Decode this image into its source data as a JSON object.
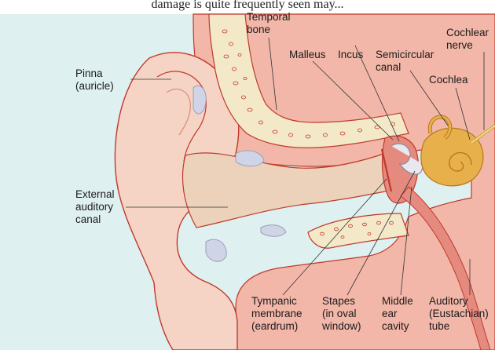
{
  "caption": "damage is quite frequently seen may...",
  "labels": {
    "temporal_bone": [
      "Temporal",
      "bone"
    ],
    "malleus": [
      "Malleus"
    ],
    "incus": [
      "Incus"
    ],
    "semicircular_canal": [
      "Semicircular",
      "canal"
    ],
    "cochlear_nerve": [
      "Cochlear",
      "nerve"
    ],
    "cochlea": [
      "Cochlea"
    ],
    "pinna": [
      "Pinna",
      "(auricle)"
    ],
    "external_auditory_canal": [
      "External",
      "auditory",
      "canal"
    ],
    "tympanic_membrane": [
      "Tympanic",
      "membrane",
      "(eardrum)"
    ],
    "stapes": [
      "Stapes",
      "(in oval",
      "window)"
    ],
    "middle_ear_cavity": [
      "Middle",
      "ear",
      "cavity"
    ],
    "auditory_tube": [
      "Auditory",
      "(Eustachian)",
      "tube"
    ]
  },
  "colors": {
    "background": "#dff0f1",
    "tissue": "#f2b7a8",
    "skin": "#f6d4c5",
    "bone": "#f3e9c8",
    "canal": "#ecd2bb",
    "cochlea": "#e8b04a",
    "cartilage": "#cfd4e6",
    "outline": "#c0392b"
  }
}
